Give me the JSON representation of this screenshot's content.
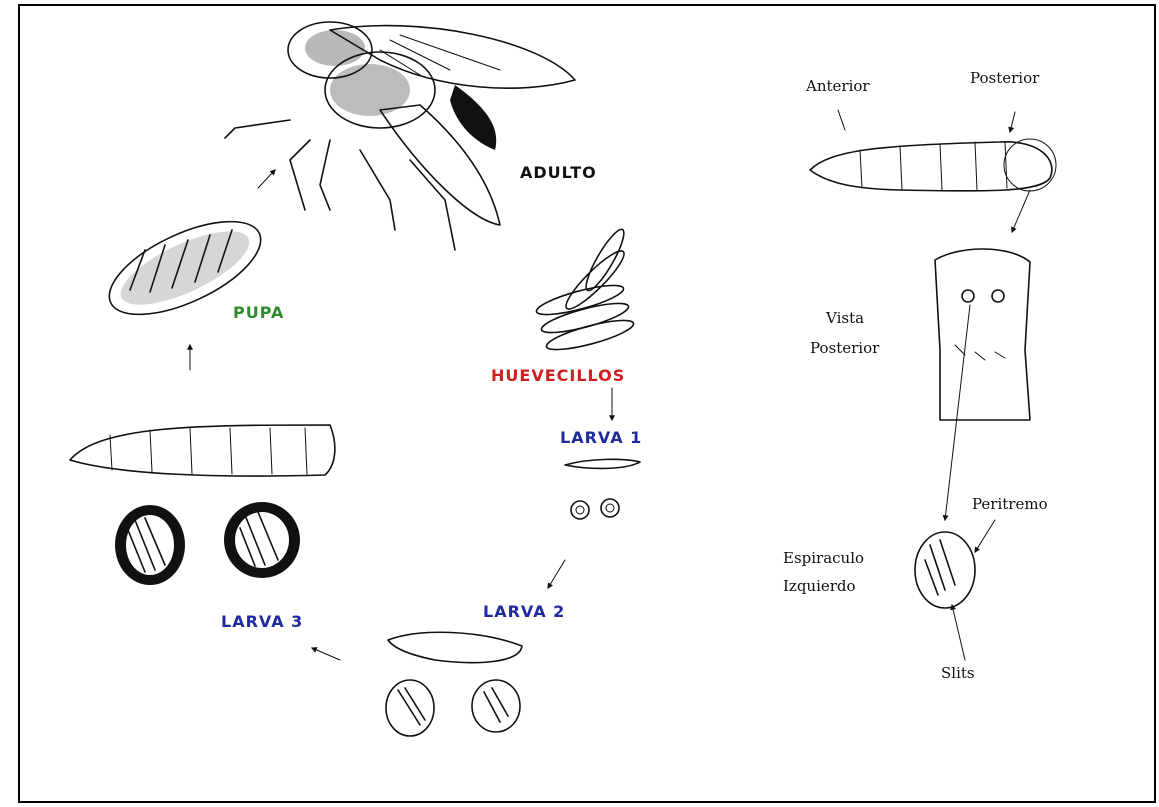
{
  "stages": {
    "adulto": {
      "label": "ADULTO",
      "color": "#111111"
    },
    "pupa": {
      "label": "PUPA",
      "color": "#2e8b2e"
    },
    "huevecillos": {
      "label": "HUEVECILLOS",
      "color": "#cc1f1f"
    },
    "larva1": {
      "label": "LARVA 1",
      "color": "#1f2a9e"
    },
    "larva2": {
      "label": "LARVA 2",
      "color": "#1f2a9e"
    },
    "larva3": {
      "label": "LARVA 3",
      "color": "#1f2a9e"
    }
  },
  "anatomy": {
    "anterior": "Anterior",
    "posterior": "Posterior",
    "vista_line1": "Vista",
    "vista_line2": "Posterior",
    "peritremo": "Peritremo",
    "espiraculo_line1": "Espiraculo",
    "espiraculo_line2": "Izquierdo",
    "slits": "Slits"
  }
}
